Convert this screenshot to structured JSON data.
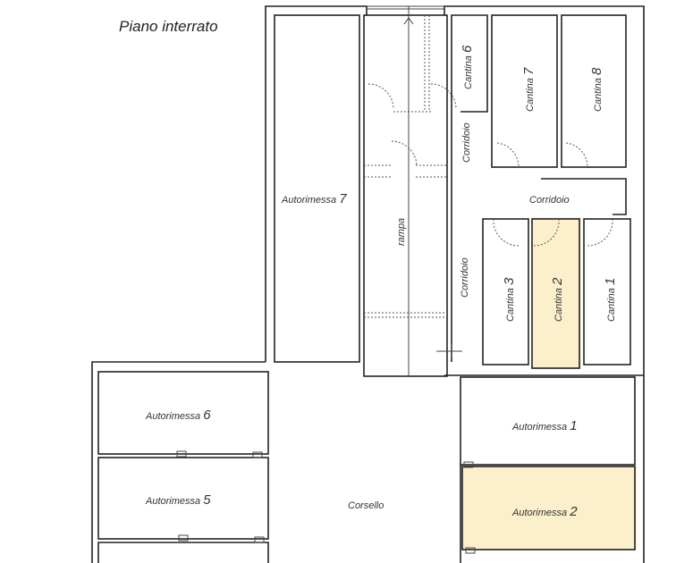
{
  "title": "Piano interrato",
  "highlight_color": "#fcefcc",
  "rooms": {
    "autorimessa_7": {
      "name": "Autorimessa",
      "num": "7"
    },
    "rampa": {
      "name": "rampa"
    },
    "cantina_6": {
      "name": "Cantina",
      "num": "6"
    },
    "cantina_7": {
      "name": "Cantina",
      "num": "7"
    },
    "cantina_8": {
      "name": "Cantina",
      "num": "8"
    },
    "corridoio_top": {
      "name": "Corridoio"
    },
    "corridoio_mid": {
      "name": "Corridoio"
    },
    "corridoio_side": {
      "name": "Corridoio"
    },
    "cantina_3": {
      "name": "Cantina",
      "num": "3"
    },
    "cantina_2": {
      "name": "Cantina",
      "num": "2",
      "highlighted": true
    },
    "cantina_1": {
      "name": "Cantina",
      "num": "1"
    },
    "autorimessa_6": {
      "name": "Autorimessa",
      "num": "6"
    },
    "autorimessa_5": {
      "name": "Autorimessa",
      "num": "5"
    },
    "corsello": {
      "name": "Corsello"
    },
    "autorimessa_1": {
      "name": "Autorimessa",
      "num": "1"
    },
    "autorimessa_2": {
      "name": "Autorimessa",
      "num": "2",
      "highlighted": true
    }
  }
}
